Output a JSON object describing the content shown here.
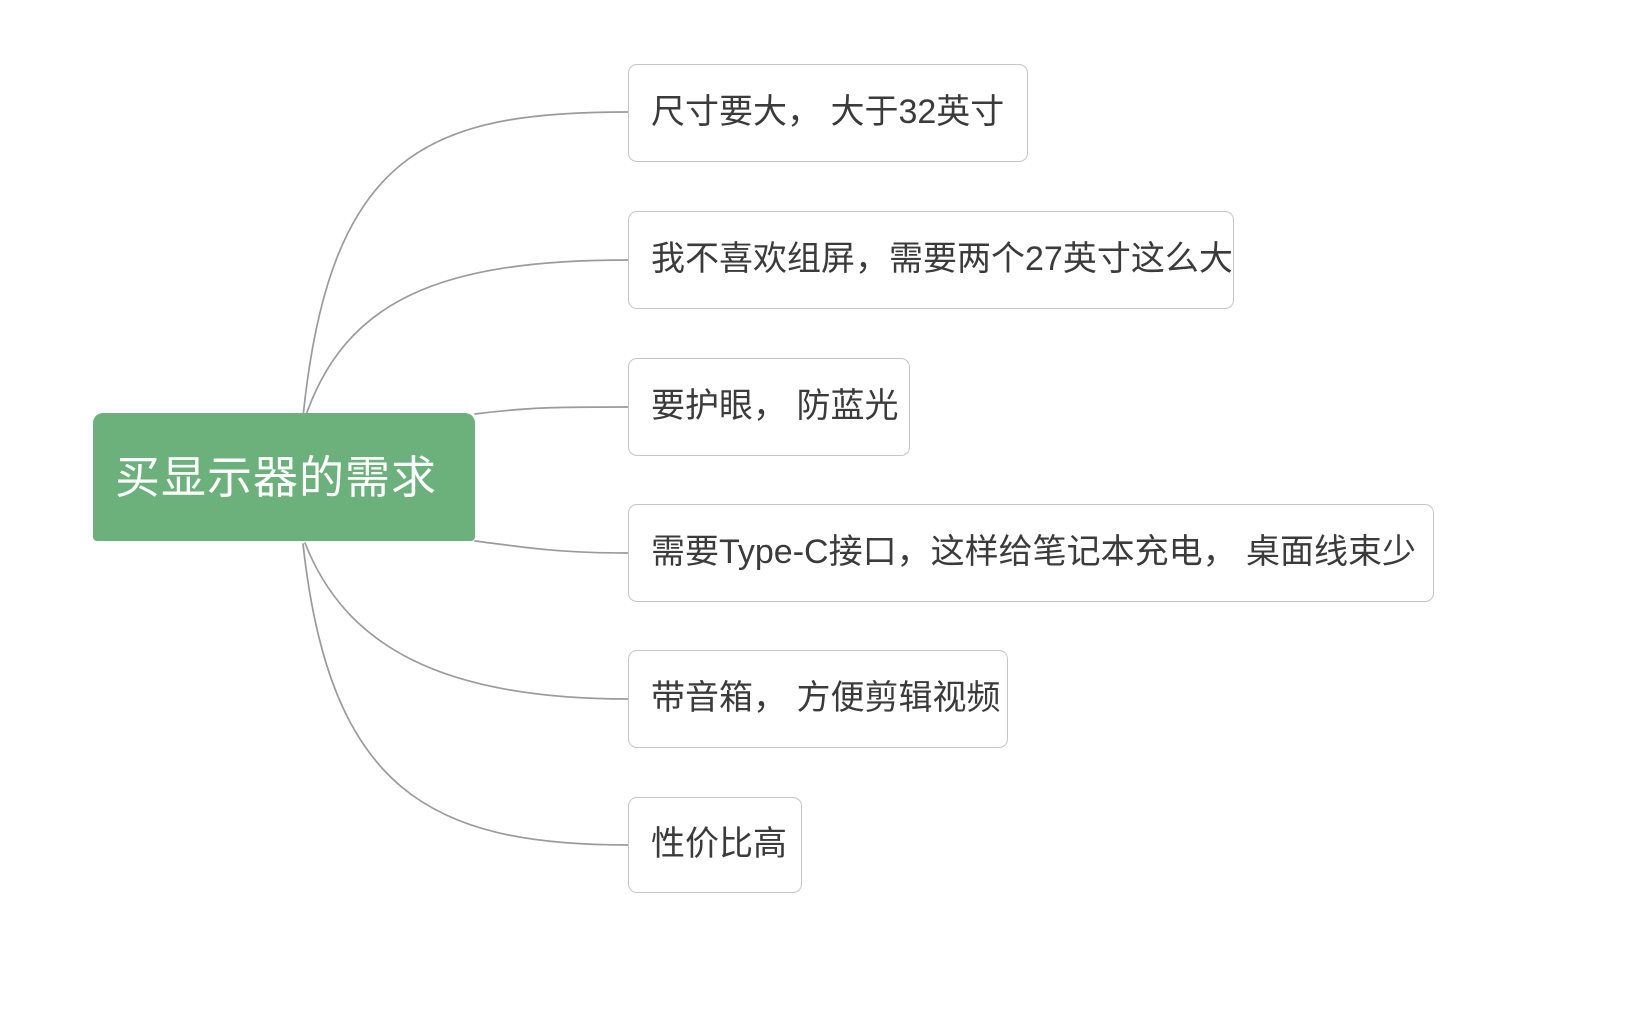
{
  "document": {
    "type": "mind-map",
    "background_color": "#ffffff"
  },
  "root": {
    "label": "买显示器的需求",
    "fill_color": "#6cb07c",
    "text_color": "#ffffff"
  },
  "connector": {
    "color": "#9b9b9b",
    "width": 1.6
  },
  "branches": [
    {
      "id": "b1",
      "label": "尺寸要大，  大于32英寸",
      "border_color": "#c6c6c6",
      "text_color": "#3b3b3b"
    },
    {
      "id": "b2",
      "label": "我不喜欢组屏，需要两个27英寸这么大",
      "border_color": "#c6c6c6",
      "text_color": "#3b3b3b"
    },
    {
      "id": "b3",
      "label": "要护眼，  防蓝光",
      "border_color": "#c6c6c6",
      "text_color": "#3b3b3b"
    },
    {
      "id": "b4",
      "label": "需要Type-C接口，这样给笔记本充电，  桌面线束少",
      "border_color": "#c6c6c6",
      "text_color": "#3b3b3b"
    },
    {
      "id": "b5",
      "label": "带音箱，  方便剪辑视频",
      "border_color": "#c6c6c6",
      "text_color": "#3b3b3b"
    },
    {
      "id": "b6",
      "label": "性价比高",
      "border_color": "#c6c6c6",
      "text_color": "#3b3b3b"
    }
  ]
}
